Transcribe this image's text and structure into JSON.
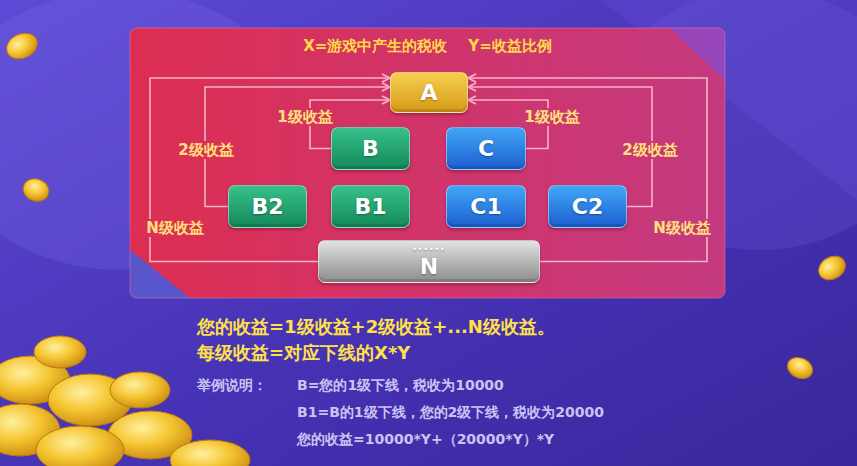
{
  "diagram": {
    "title": "X=游戏中产生的税收    Y=收益比例",
    "nodes": [
      {
        "text": [
          "A"
        ]
      },
      {
        "text": [
          "B"
        ]
      },
      {
        "text": [
          "C"
        ]
      },
      {
        "text": [
          "B2"
        ]
      },
      {
        "text": [
          "B1"
        ]
      },
      {
        "text": [
          "C1"
        ]
      },
      {
        "text": [
          "C2"
        ]
      },
      {
        "text": [
          "······",
          "N"
        ]
      }
    ],
    "edges": [
      {
        "from": 1,
        "to": 0,
        "arrow": "to",
        "label": "1级收益"
      },
      {
        "from": 2,
        "to": 0,
        "arrow": "to",
        "label": "1级收益"
      },
      {
        "from": 3,
        "to": 0,
        "arrow": "to",
        "label": "2级收益"
      },
      {
        "from": 6,
        "to": 0,
        "arrow": "to",
        "label": "2级收益"
      },
      {
        "from": 7,
        "to": 0,
        "arrow": "to",
        "label": "N级收益"
      },
      {
        "from": 7,
        "to": 0,
        "arrow": "to",
        "label": "N级收益"
      }
    ],
    "labels": [
      "您的收益=1级收益+2级收益+...N级收益。",
      "每级收益=对应下线的X*Y",
      "举例说明：",
      "B=您的1级下线，税收为10000",
      "B1=B的1级下线，您的2级下线，税收为20000",
      "您的收益=10000*Y+（20000*Y）*Y"
    ]
  }
}
